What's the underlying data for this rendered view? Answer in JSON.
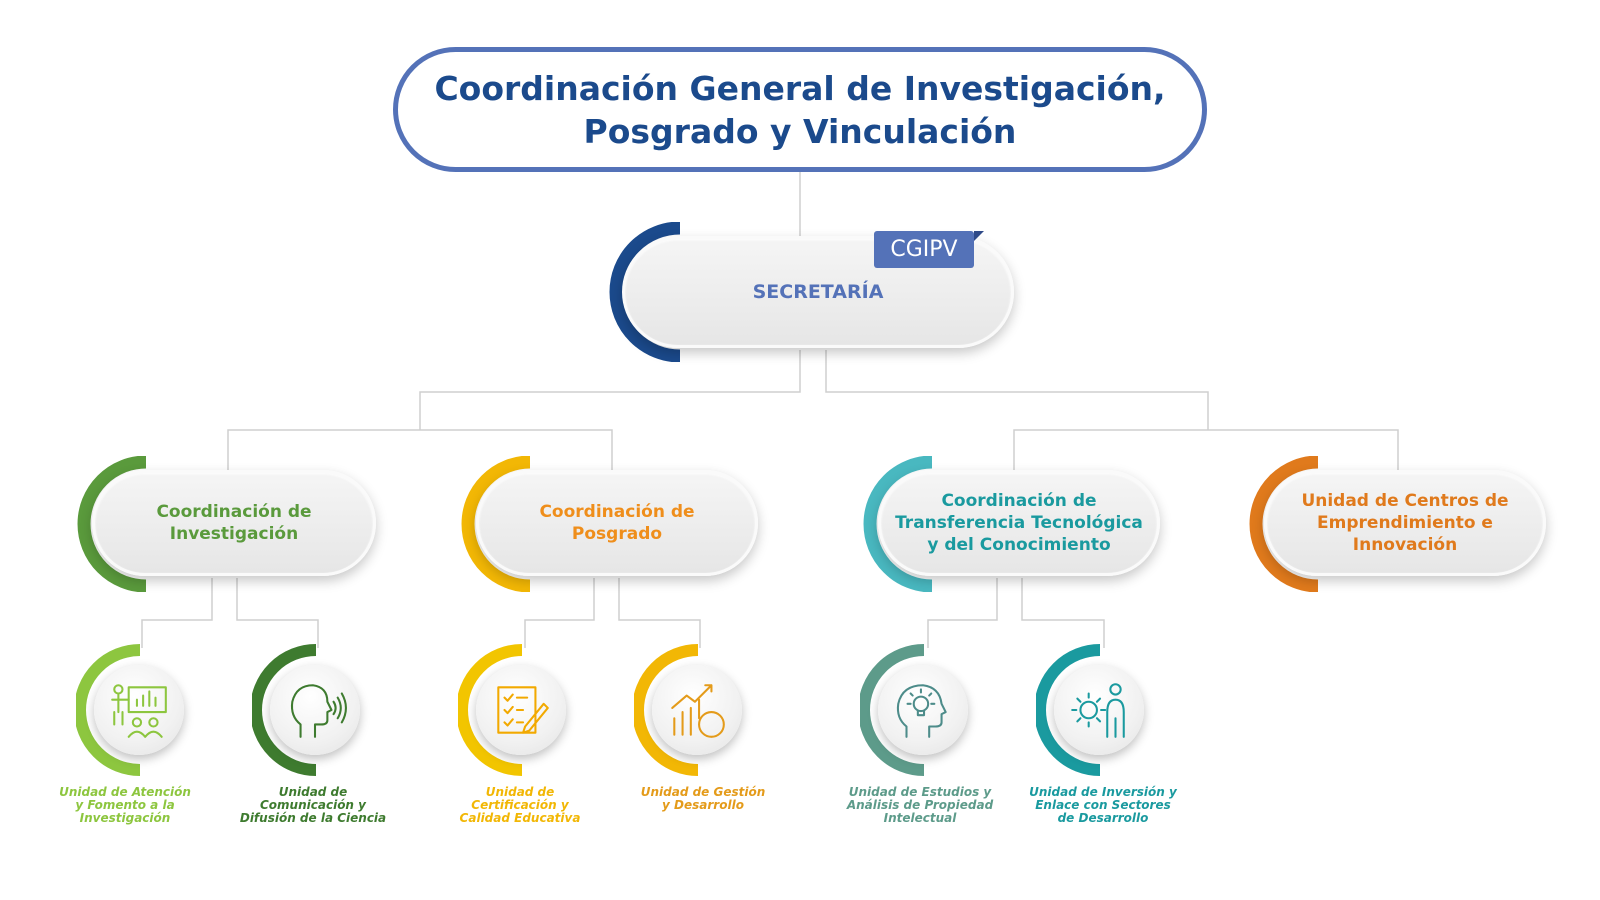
{
  "title": {
    "line1": "Coordinación General de Investigación,",
    "line2": "Posgrado y Vinculación"
  },
  "secretaria": {
    "badge": "CGIPV",
    "label": "SECRETARÍA",
    "color": "#1b4a8c",
    "text_color": "#5472b8"
  },
  "coordinations": [
    {
      "label": "Coordinación de\nInvestigación",
      "color": "#5a9a3c",
      "text_color": "#5a9a3c"
    },
    {
      "label": "Coordinación de\nPosgrado",
      "color": "#f2b705",
      "text_color": "#ef8e1b"
    },
    {
      "label": "Coordinación de\nTransferencia Tecnológica\ny del Conocimiento",
      "color": "#49b8c0",
      "text_color": "#1a9a9f"
    },
    {
      "label": "Unidad de Centros de\nEmprendimiento e\nInnovación",
      "color": "#e07a1c",
      "text_color": "#e07a1c"
    }
  ],
  "units": [
    {
      "label": "Unidad de Atención\ny Fomento a la\nInvestigación",
      "icon": "teacher-presentation-icon",
      "color": "#8dc63f",
      "icon_color": "#8dc63f"
    },
    {
      "label": "Unidad de\nComunicación y\nDifusión de la Ciencia",
      "icon": "speaking-head-icon",
      "color": "#3e7b2f",
      "icon_color": "#3e7b2f"
    },
    {
      "label": "Unidad de\nCertificación y\nCalidad Educativa",
      "icon": "checklist-pencil-icon",
      "color": "#f2c500",
      "icon_color": "#f2a900"
    },
    {
      "label": "Unidad de Gestión\ny Desarrollo",
      "icon": "growth-chart-icon",
      "color": "#f2b705",
      "icon_color": "#e49b1a"
    },
    {
      "label": "Unidad de Estudios y\nAnálisis de Propiedad\nIntelectual",
      "icon": "idea-head-icon",
      "color": "#5d9b8a",
      "icon_color": "#4d8c8a"
    },
    {
      "label": "Unidad de Inversión y\nEnlace con Sectores\nde Desarrollo",
      "icon": "person-gear-icon",
      "color": "#1a9a9f",
      "icon_color": "#1a9a9f"
    }
  ]
}
